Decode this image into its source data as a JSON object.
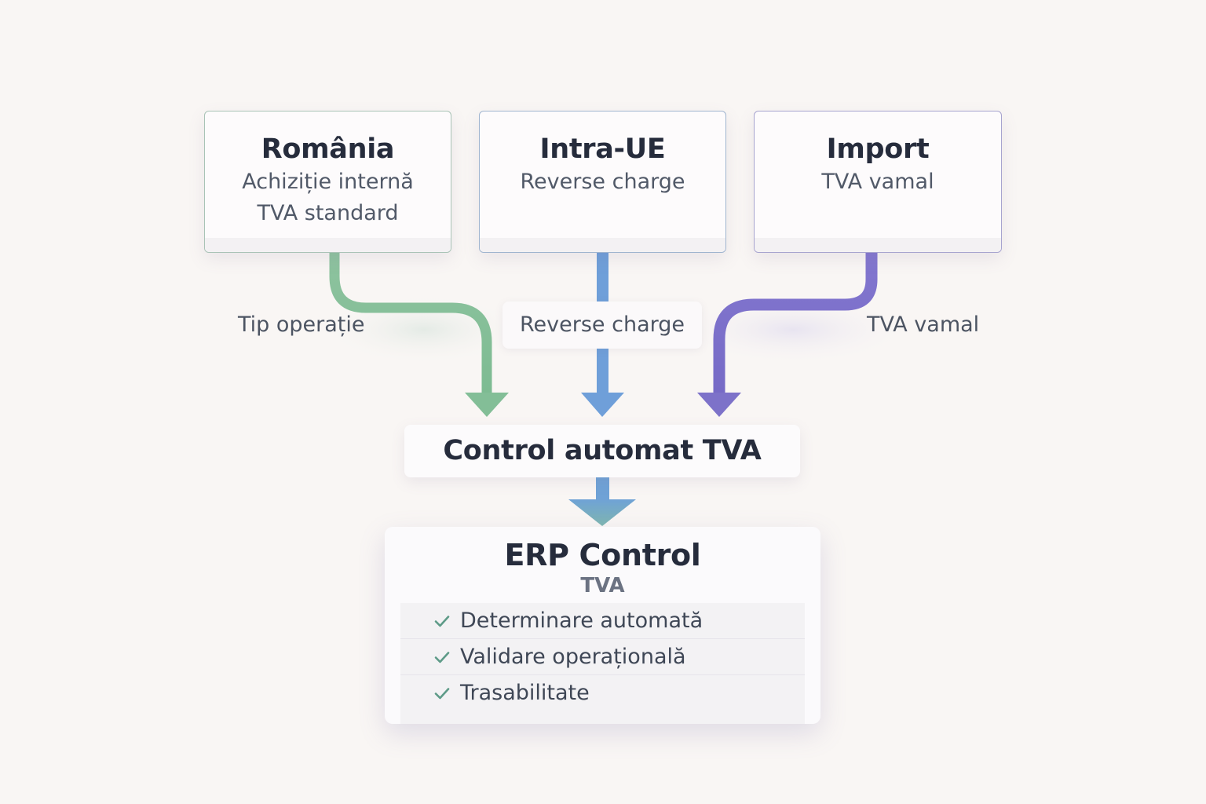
{
  "sources": [
    {
      "title": "România",
      "lines": [
        "Achiziție internă",
        "TVA standard"
      ]
    },
    {
      "title": "Intra-UE",
      "lines": [
        "Reverse charge"
      ]
    },
    {
      "title": "Import",
      "lines": [
        "TVA vamal"
      ]
    }
  ],
  "edge_labels": {
    "left": "Tip operație",
    "center": "Reverse charge",
    "right": "TVA vamal"
  },
  "control": {
    "title": "Control automat TVA"
  },
  "erp": {
    "title": "ERP Control",
    "subtitle": "TVA",
    "checklist": [
      "Determinare automată",
      "Validare operațională",
      "Trasabilitate"
    ]
  },
  "colors": {
    "green": "#83be97",
    "blue": "#6f9fd9",
    "purple": "#7d72c9",
    "check": "#5e9b88",
    "background": "#f9f6f4"
  },
  "icons": {
    "checklist_item": "check-icon"
  }
}
